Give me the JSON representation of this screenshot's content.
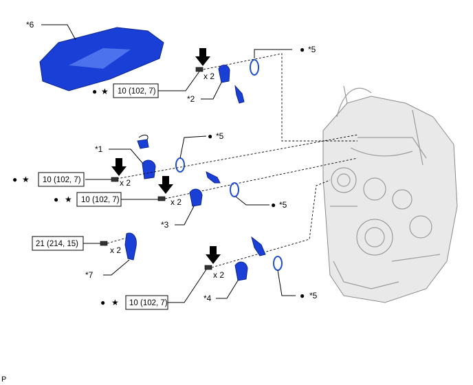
{
  "labels": {
    "cover": "*6",
    "oring_a": "*5",
    "oring_b": "*5",
    "oring_c": "*5",
    "oring_d": "*5",
    "part_1": "*1",
    "part_2": "*2",
    "part_3": "*3",
    "part_4": "*4",
    "part_7": "*7"
  },
  "quantities": {
    "q_a": "x 2",
    "q_b": "x 2",
    "q_c": "x 2",
    "q_d": "x 2",
    "q_e": "x 2"
  },
  "torques": {
    "t_a": "10 (102, 7)",
    "t_b": "10 (102, 7)",
    "t_c": "10 (102, 7)",
    "t_d": "21 (214, 15)",
    "t_e": "10 (102, 7)"
  },
  "symbols": {
    "star": "★",
    "dot": "●"
  },
  "footer": {
    "code": "P"
  },
  "colors": {
    "part": "#1a3fd6",
    "oring": "#1f4fd0"
  }
}
